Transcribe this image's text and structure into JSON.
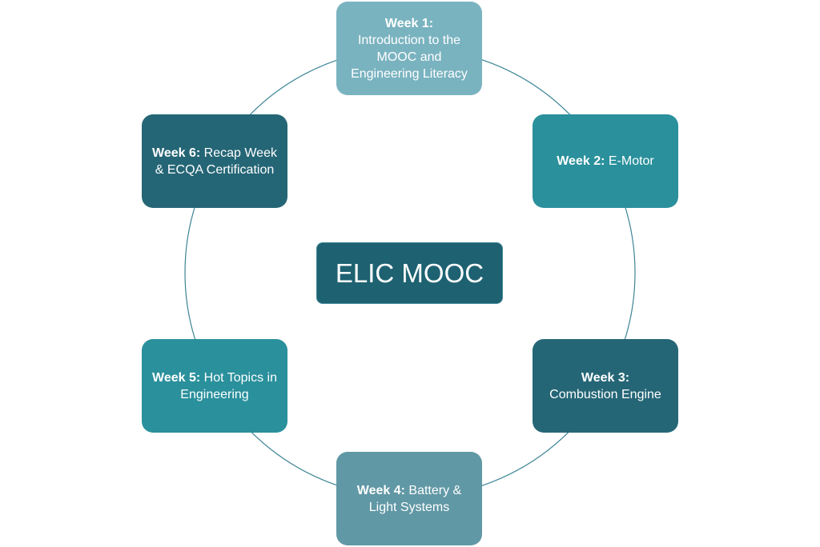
{
  "center": {
    "title": "ELIC MOOC"
  },
  "weeks": [
    {
      "label": "Week 1:",
      "desc": "Introduction to the MOOC and Engineering Literacy",
      "color": "#7ab3c0"
    },
    {
      "label": "Week 2:",
      "desc": "E-Motor",
      "color": "#2a909c"
    },
    {
      "label": "Week 3:",
      "desc": "Combustion Engine",
      "color": "#256676"
    },
    {
      "label": "Week 4:",
      "desc": "Battery & Light Systems",
      "color": "#6198a5"
    },
    {
      "label": "Week 5:",
      "desc": "Hot Topics in Engineering",
      "color": "#2a909c"
    },
    {
      "label": "Week 6:",
      "desc": "Recap Week & ECQA Certification",
      "color": "#256676"
    }
  ],
  "colors": {
    "ring": "#3d8596",
    "center_fill": "#1e6272",
    "center_border": "#3f8697"
  }
}
